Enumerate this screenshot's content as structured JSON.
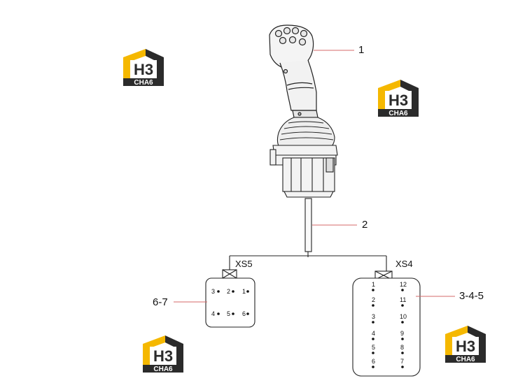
{
  "callouts": [
    {
      "id": "c1",
      "text": "1"
    },
    {
      "id": "c2",
      "text": "2"
    },
    {
      "id": "c3",
      "text": "3-4-5"
    },
    {
      "id": "c4",
      "text": "6-7"
    }
  ],
  "connectors": {
    "xs5": {
      "title": "XS5",
      "pins": [
        "3",
        "2",
        "1",
        "4",
        "5",
        "6"
      ]
    },
    "xs4": {
      "title": "XS4",
      "pins": [
        "1",
        "2",
        "3",
        "4",
        "5",
        "6",
        "12",
        "11",
        "10",
        "9",
        "8",
        "7"
      ]
    }
  },
  "logo": {
    "mark": "H3",
    "text": "CHA6",
    "colors": {
      "yellow": "#f5b800",
      "dark": "#2b2b2b"
    }
  }
}
